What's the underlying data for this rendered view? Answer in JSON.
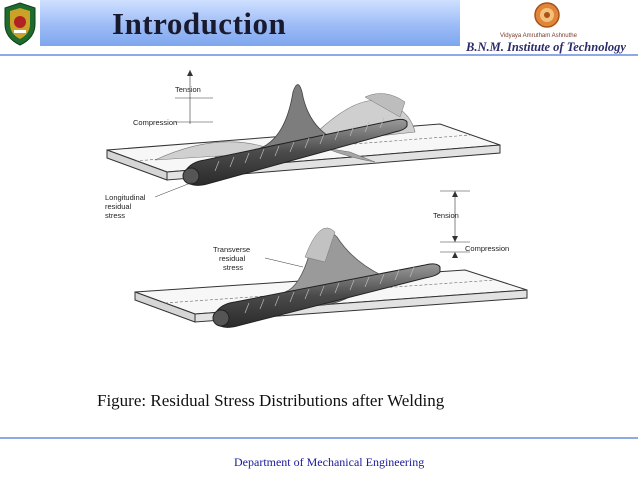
{
  "slide": {
    "title": "Introduction",
    "brand": {
      "subtitle": "Vidyaya Amrutham Ashnuthe",
      "name": "B.N.M. Institute of Technology"
    },
    "caption": "Figure: Residual Stress Distributions after Welding",
    "footer": "Department of Mechanical Engineering"
  },
  "diagram": {
    "top": {
      "tension_label": "Tension",
      "compression_label": "Compression",
      "stress_label_line1": "Longitudinal",
      "stress_label_line2": "residual",
      "stress_label_line3": "stress"
    },
    "bottom": {
      "tension_label": "Tension",
      "compression_label": "Compression",
      "stress_label_line1": "Transverse",
      "stress_label_line2": "residual",
      "stress_label_line3": "stress"
    }
  }
}
